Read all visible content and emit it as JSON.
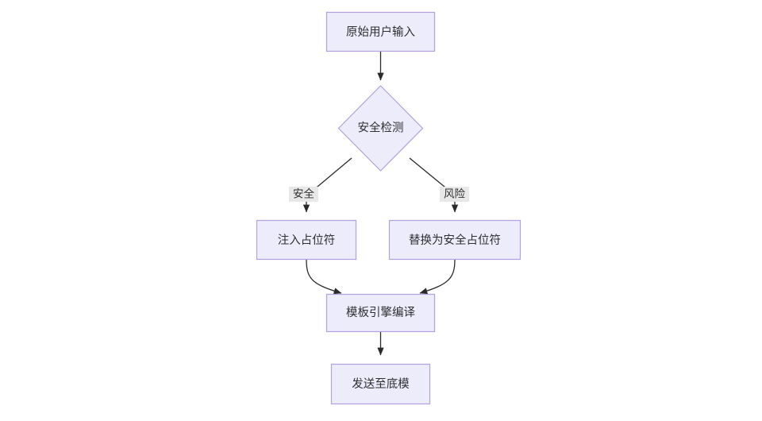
{
  "diagram": {
    "type": "flowchart",
    "direction": "top-to-bottom",
    "background_color": "#ffffff",
    "node_fill_color": "#ececfb",
    "node_border_color": "#b3a1db",
    "edge_color": "#2a2a2a",
    "text_color": "#2f2f32",
    "edge_label_bg_color": "#e8e8e8",
    "nodes": [
      {
        "id": "input",
        "shape": "rect",
        "label": "原始用户输入"
      },
      {
        "id": "check",
        "shape": "diamond",
        "label": "安全检测"
      },
      {
        "id": "inject",
        "shape": "rect",
        "label": "注入占位符"
      },
      {
        "id": "replace",
        "shape": "rect",
        "label": "替换为安全占位符"
      },
      {
        "id": "compile",
        "shape": "rect",
        "label": "模板引擎编译"
      },
      {
        "id": "send",
        "shape": "rect",
        "label": "发送至底模"
      }
    ],
    "edges": [
      {
        "from": "input",
        "to": "check",
        "label": ""
      },
      {
        "from": "check",
        "to": "inject",
        "label": "安全"
      },
      {
        "from": "check",
        "to": "replace",
        "label": "风险"
      },
      {
        "from": "inject",
        "to": "compile",
        "label": ""
      },
      {
        "from": "replace",
        "to": "compile",
        "label": ""
      },
      {
        "from": "compile",
        "to": "send",
        "label": ""
      }
    ]
  }
}
